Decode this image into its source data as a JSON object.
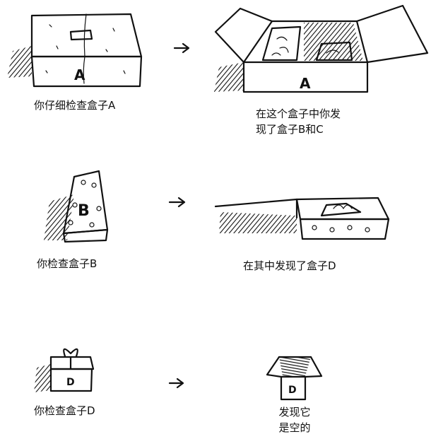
{
  "steps": [
    {
      "left_caption": "你仔细检查盒子A",
      "right_caption_lines": [
        "在这个盒子中你发",
        "现了盒子B和C"
      ]
    },
    {
      "left_caption": "你检查盒子B",
      "right_caption_lines": [
        "在其中发现了盒子D"
      ]
    },
    {
      "left_caption": "你检查盒子D",
      "right_caption_lines": [
        "发现它",
        "是空的"
      ]
    }
  ],
  "box_labels": {
    "a": "A",
    "b": "B",
    "d": "D"
  }
}
